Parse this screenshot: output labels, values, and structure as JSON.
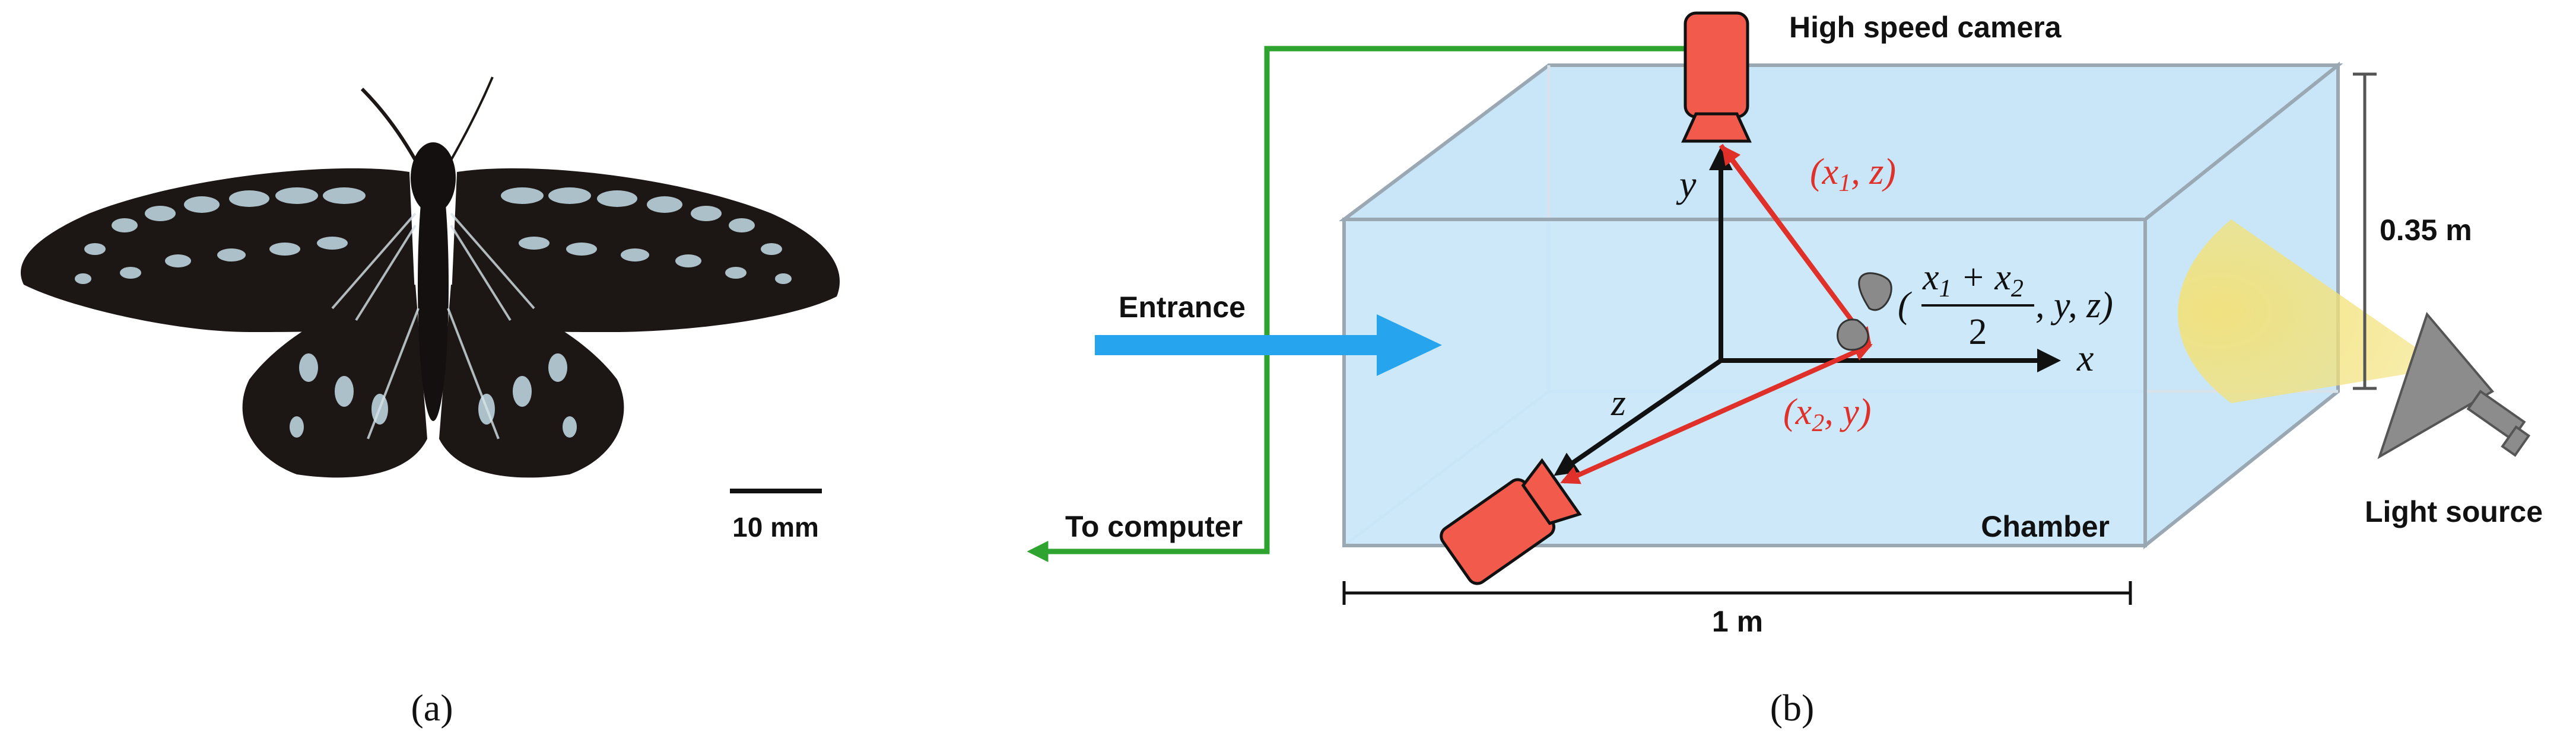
{
  "panels": {
    "a": {
      "caption": "(a)",
      "scale_bar_label": "10 mm"
    },
    "b": {
      "caption": "(b)",
      "labels": {
        "high_speed_camera": "High speed camera",
        "entrance": "Entrance",
        "to_computer": "To computer",
        "chamber": "Chamber",
        "light_source": "Light source",
        "width": "1 m",
        "height": "0.35 m"
      },
      "axes": {
        "x": "x",
        "y": "y",
        "z": "z"
      },
      "coordinates": {
        "top_camera_open": "(",
        "top_camera_x": "x",
        "top_camera_sub": "1",
        "top_camera_rest": ", z)",
        "front_camera_open": "(",
        "front_camera_x": "x",
        "front_camera_sub": "2",
        "front_camera_rest": ", y)",
        "midpoint_open": "(",
        "midpoint_numerator_x1": "x",
        "midpoint_numerator_sub1": "1",
        "midpoint_numerator_plus": " + ",
        "midpoint_numerator_x2": "x",
        "midpoint_numerator_sub2": "2",
        "midpoint_denominator": "2",
        "midpoint_rest": ", y, z)"
      }
    }
  },
  "colors": {
    "chamber_fill": "#c8e6f8",
    "chamber_edge": "#9aa8b4",
    "camera": "#f25a4c",
    "ray": "#e0302a",
    "cable": "#2fa32f",
    "entrance_arrow": "#27a4ee",
    "light_cone": "#f3e27a",
    "light_source": "#8c8c8c",
    "butterfly": "#1c1714"
  },
  "icons": {
    "camera": "camera-icon",
    "light": "spotlight-icon",
    "butterfly": "butterfly-icon"
  }
}
